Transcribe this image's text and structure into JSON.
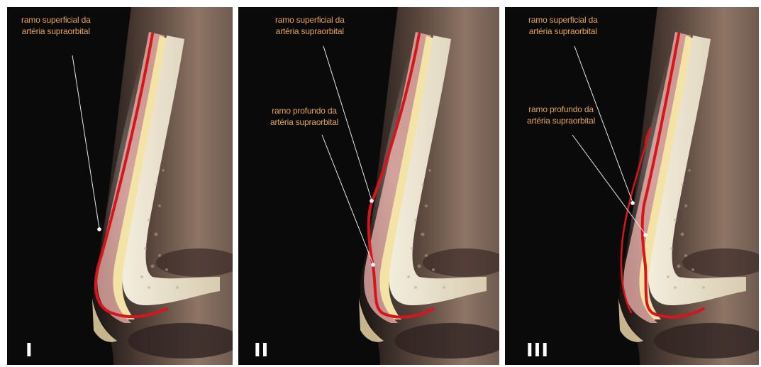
{
  "figure": {
    "panels": [
      {
        "numeral": "I",
        "labels": {
          "superficial": "ramo superficial da\nartéria supraorbital"
        }
      },
      {
        "numeral": "II",
        "labels": {
          "superficial": "ramo superficial da\nartéria supraorbital",
          "deep": "ramo profundo da\nartéria supraorbital"
        }
      },
      {
        "numeral": "III",
        "labels": {
          "superficial": "ramo superficial da\nartéria supraorbital",
          "deep": "ramo profundo da\nartéria supraorbital"
        }
      }
    ]
  },
  "colors": {
    "artery": "#d8151c",
    "label_text": "#e0a35e",
    "background": "#0b0a0a"
  }
}
